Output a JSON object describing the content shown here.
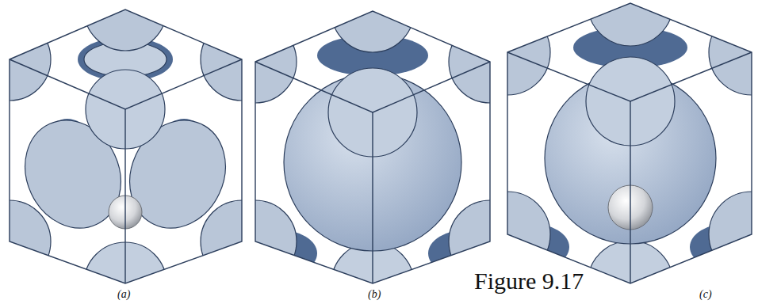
{
  "diagram": {
    "labels": [
      "Figure 9.17",
      "(a)",
      "(b)",
      "(c)"
    ]
  }
}
